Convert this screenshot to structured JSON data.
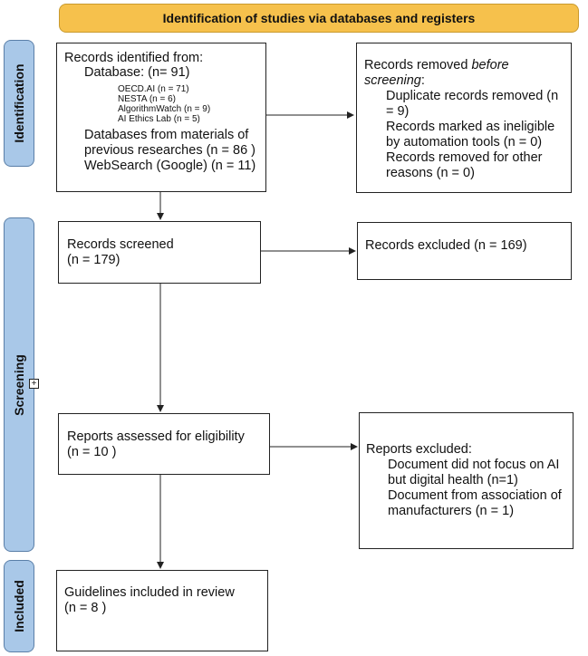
{
  "header": {
    "title": "Identification of studies via databases and registers"
  },
  "phases": {
    "identification": "Identification",
    "screening": "Screening",
    "included": "Included"
  },
  "records_identified": {
    "heading": "Records identified from:",
    "database": "Database: (n= 91)",
    "sources": [
      "OECD.AI (n = 71)",
      "NESTA (n = 6)",
      "AlgorithmWatch (n = 9)",
      "AI Ethics Lab (n = 5)"
    ],
    "databases_line1": "Databases from materials of",
    "databases_line2": "previous researches  (n = 86 )",
    "websearch": "WebSearch (Google) (n = 11)"
  },
  "records_removed": {
    "heading_prefix": "Records removed ",
    "heading_italic1": "before",
    "heading_italic2": "screening",
    "heading_suffix": ":",
    "lines": [
      "Duplicate records removed  (n",
      "= 9)",
      "Records marked as ineligible",
      "by automation tools (n = 0)",
      "Records removed for other",
      "reasons (n = 0)"
    ]
  },
  "records_screened": {
    "line1": "Records screened",
    "line2": "(n = 179)"
  },
  "records_excluded": {
    "text": "Records excluded (n = 169)"
  },
  "reports_assessed": {
    "line1": "Reports assessed for eligibility",
    "line2": "(n = 10 )"
  },
  "reports_excluded": {
    "heading": "Reports excluded:",
    "lines": [
      "Document did not focus on AI",
      "but digital health (n=1)",
      "Document from association of",
      "manufacturers (n = 1)"
    ]
  },
  "included": {
    "line1": "Guidelines included in review",
    "line2": "(n = 8 )"
  },
  "expand_symbol": "+",
  "colors": {
    "header_fill": "#f6c14c",
    "phase_fill": "#a9c8e8",
    "border": "#222222"
  }
}
